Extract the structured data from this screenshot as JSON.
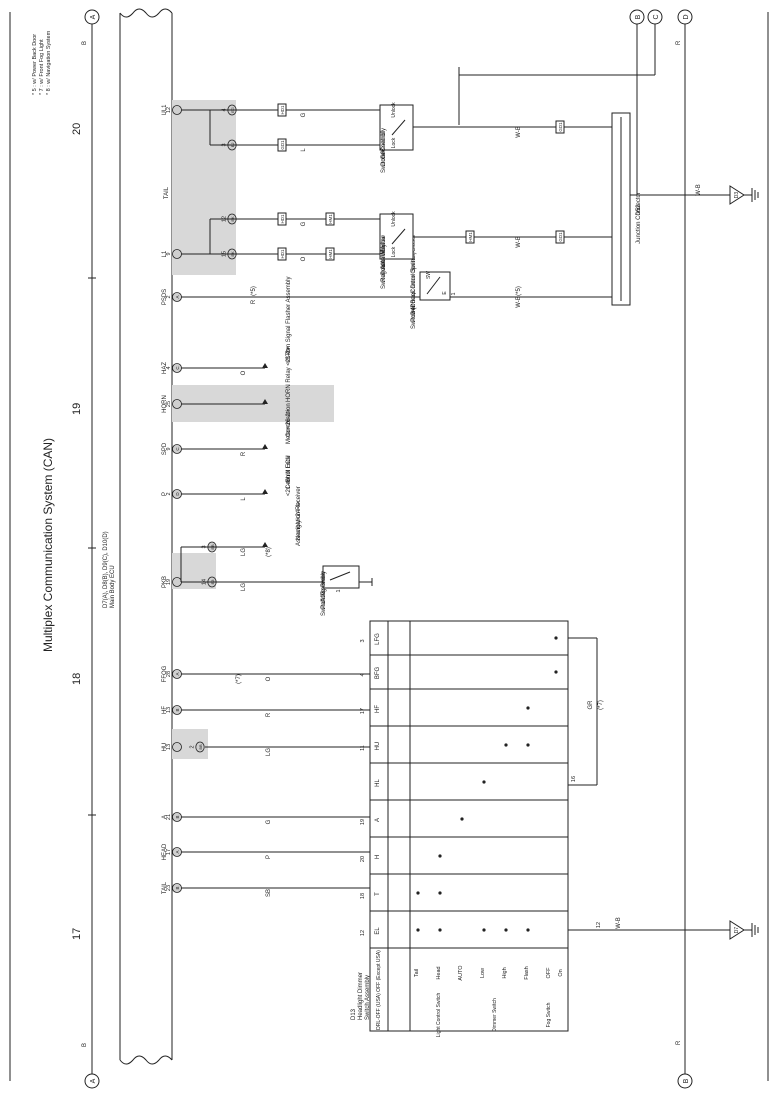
{
  "title": "Multiplex Communication System (CAN)",
  "notes": [
    "* 5 : w/ Power Back Door",
    "* 7 : w/ Front Fog Light",
    "* 8 : w/ Navigation System"
  ],
  "sections": [
    "17",
    "18",
    "19",
    "20"
  ],
  "frame": {
    "left_tag": "B",
    "right_tag": "B",
    "left_circle": "A",
    "right_circle": "A"
  },
  "ecu": {
    "name_line1": "D7(A), D8(B), D9(C), D10(D)",
    "name_line2": "Main Body ECU"
  },
  "ecu_terminals": [
    {
      "name": "TAIL",
      "pin": "23",
      "conn": "B",
      "wire": "SB"
    },
    {
      "name": "HEAD",
      "pin": "17",
      "conn": "A",
      "wire": "P"
    },
    {
      "name": "A",
      "pin": "21",
      "conn": "B",
      "wire": "G"
    },
    {
      "name": "HU",
      "pin": "13",
      "conn": "",
      "wire": "LG"
    },
    {
      "name": "HF",
      "pin": "13",
      "conn": "B",
      "wire": "R"
    },
    {
      "name": "FFOG",
      "pin": "28",
      "conn": "A",
      "wire": "O",
      "note": "(*7)"
    },
    {
      "name": "PKB",
      "pin": "19",
      "conn": "",
      "wire": "LG"
    },
    {
      "name": "P",
      "pin": "2",
      "conn": "D",
      "wire": "L"
    },
    {
      "name": "SPD",
      "pin": "9",
      "conn": "C",
      "wire": "R"
    },
    {
      "name": "HORN",
      "pin": "25",
      "conn": "",
      "wire": ""
    },
    {
      "name": "HAZ",
      "pin": "4",
      "conn": "C",
      "wire": "O"
    },
    {
      "name": "PSDS",
      "pin": "2",
      "conn": "A",
      "wire": "R",
      "note": "(*5)"
    },
    {
      "name": "L1",
      "pin": "9",
      "conn": "",
      "wire": ""
    },
    {
      "name": "UL1",
      "pin": "12",
      "conn": "",
      "wire": ""
    }
  ],
  "junctions": {
    "hu": "2",
    "hu_conn": "BB",
    "pkb_a": "14",
    "pkb_a_conn": "E3",
    "pkb_b": "3",
    "pkb_b_conn": "EB",
    "l1_a": "15",
    "l1_a_conn": "EK",
    "l1_b": "12",
    "l1_b_conn": "EK",
    "ul1_a": "4",
    "ul1_a_conn": "EG",
    "ul1_b": "3",
    "ul1_b_conn": "EJ"
  },
  "destinations": {
    "horn": "HORN Relay <21-2>",
    "haz_1": "Turn Signal Flasher Assembly",
    "haz_2": "<8-4>",
    "spd_1": "Combination",
    "spd_2": "Meter<26-2>",
    "p_1": "Shift Lock",
    "p_2": "Control ECU",
    "p_3": "<21-4>",
    "nav_1": "Navigation Receiver",
    "nav_2": "Assembly<24-4>",
    "nav_note": "(*8)",
    "nav_wire": "LG"
  },
  "parking_brake": {
    "code": "A17",
    "name_1": "Parking Brake",
    "name_2": "Switch Assembly",
    "pin": "1"
  },
  "headlight_switch": {
    "code": "D13",
    "name_1": "Headlight Dimmer",
    "name_2": "Switch Assembly",
    "columns": [
      "EL",
      "T",
      "H",
      "A",
      "HL",
      "HU",
      "HF",
      "BFG",
      "LFG"
    ],
    "pins": [
      "12",
      "18",
      "20",
      "19",
      "",
      "11",
      "17",
      "4",
      "3"
    ],
    "rows": [
      "DRL-OFF (USA) OFF (Except USA)",
      "Tail",
      "Head",
      "AUTO",
      "Low",
      "High",
      "Flash",
      "OFF",
      "On"
    ],
    "groups": [
      "Light Control Switch",
      "Dimmer Switch",
      "Fog Switch"
    ],
    "extra_pin": "16",
    "gr_wire": "GR",
    "gr_note": "(*7)"
  },
  "door_control": {
    "code": "G6",
    "name_1": "Door Control",
    "name_2": "Switch Assembly",
    "unlock": "Unlock",
    "lock": "Lock",
    "pin_2": "2",
    "pin_4": "4",
    "pin_3": "3"
  },
  "power_window": {
    "code": "M1",
    "name_1": "Power Window",
    "name_2": "Regulator Master",
    "name_3": "Switch Assembly",
    "unlock": "Unlock",
    "lock": "Lock",
    "pin_2": "2",
    "pin_1": "1"
  },
  "back_door": {
    "code": "D42",
    "name_1": "Power Back Door Opener/Closer",
    "name_2": "Switch (Door Control Switch)",
    "sw": "SW",
    "e": "E",
    "pin_4": "4",
    "pin_1": "1",
    "note": "(*5)"
  },
  "junction_connector": {
    "code": "D52",
    "name": "Junction Connector",
    "pins": [
      "4",
      "5",
      "9",
      "2"
    ]
  },
  "inline_connectors": {
    "hd1": "HD1",
    "hm1": "HM1",
    "gd1": "GD1"
  },
  "grounds": {
    "d3": "D3",
    "d7": "D7"
  },
  "wires": {
    "wb": "W-B",
    "g": "G",
    "l": "L",
    "r": "R",
    "o": "O",
    "lg": "LG"
  },
  "offpage": {
    "b": "B",
    "c": "C",
    "d": "D",
    "r": "R"
  }
}
